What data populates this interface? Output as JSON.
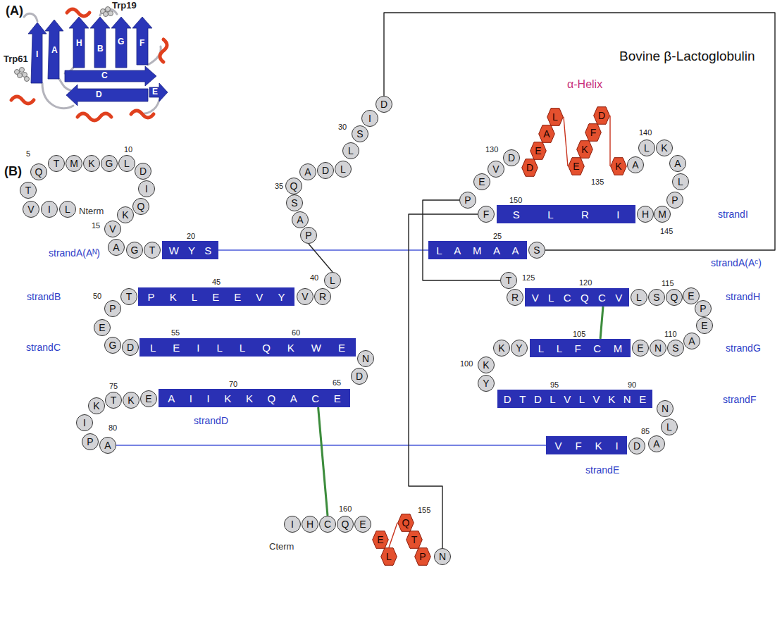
{
  "diagram": {
    "title": "Bovine β-Lactoglobulin",
    "nodes": [
      {
        "text": [
          "L"
        ]
      },
      {
        "text": [
          "I"
        ]
      },
      {
        "text": [
          "V"
        ]
      },
      {
        "text": [
          "T"
        ]
      },
      {
        "text": [
          "Q"
        ]
      },
      {
        "text": [
          "T"
        ]
      },
      {
        "text": [
          "M"
        ]
      },
      {
        "text": [
          "K"
        ]
      },
      {
        "text": [
          "G"
        ]
      },
      {
        "text": [
          "L"
        ]
      },
      {
        "text": [
          "D"
        ]
      },
      {
        "text": [
          "I"
        ]
      },
      {
        "text": [
          "Q"
        ]
      },
      {
        "text": [
          "K"
        ]
      },
      {
        "text": [
          "V"
        ]
      },
      {
        "text": [
          "A"
        ]
      },
      {
        "text": [
          "G"
        ]
      },
      {
        "text": [
          "T"
        ]
      },
      {
        "text": [
          "W",
          "Y",
          "S"
        ]
      },
      {
        "text": [
          "L",
          "A",
          "M",
          "A",
          "A"
        ]
      },
      {
        "text": [
          "S"
        ]
      },
      {
        "text": [
          "D"
        ]
      },
      {
        "text": [
          "I"
        ]
      },
      {
        "text": [
          "S"
        ]
      },
      {
        "text": [
          "L"
        ]
      },
      {
        "text": [
          "L"
        ]
      },
      {
        "text": [
          "D"
        ]
      },
      {
        "text": [
          "A"
        ]
      },
      {
        "text": [
          "Q"
        ]
      },
      {
        "text": [
          "S"
        ]
      },
      {
        "text": [
          "A"
        ]
      },
      {
        "text": [
          "P"
        ]
      },
      {
        "text": [
          "L"
        ]
      },
      {
        "text": [
          "R"
        ]
      },
      {
        "text": [
          "V"
        ]
      },
      {
        "text": [
          "P",
          "K",
          "L",
          "E",
          "E",
          "V",
          "Y"
        ]
      },
      {
        "text": [
          "T"
        ]
      },
      {
        "text": [
          "P"
        ]
      },
      {
        "text": [
          "E"
        ]
      },
      {
        "text": [
          "G"
        ]
      },
      {
        "text": [
          "D"
        ]
      },
      {
        "text": [
          "L",
          "E",
          "I",
          "L",
          "L",
          "Q",
          "K",
          "W",
          "E"
        ]
      },
      {
        "text": [
          "N"
        ]
      },
      {
        "text": [
          "D"
        ]
      },
      {
        "text": [
          "A",
          "I",
          "I",
          "K",
          "K",
          "Q",
          "A",
          "C",
          "E"
        ]
      },
      {
        "text": [
          "E"
        ]
      },
      {
        "text": [
          "K"
        ]
      },
      {
        "text": [
          "T"
        ]
      },
      {
        "text": [
          "K"
        ]
      },
      {
        "text": [
          "I"
        ]
      },
      {
        "text": [
          "P"
        ]
      },
      {
        "text": [
          "A"
        ]
      },
      {
        "text": [
          "V",
          "F",
          "K",
          "I"
        ]
      },
      {
        "text": [
          "D"
        ]
      },
      {
        "text": [
          "A"
        ]
      },
      {
        "text": [
          "L"
        ]
      },
      {
        "text": [
          "N"
        ]
      },
      {
        "text": [
          "D",
          "T",
          "D",
          "L",
          "V",
          "L",
          "V",
          "K",
          "N",
          "E"
        ]
      },
      {
        "text": [
          "Y"
        ]
      },
      {
        "text": [
          "K"
        ]
      },
      {
        "text": [
          "K"
        ]
      },
      {
        "text": [
          "Y"
        ]
      },
      {
        "text": [
          "L",
          "L",
          "F",
          "C",
          "M"
        ]
      },
      {
        "text": [
          "E"
        ]
      },
      {
        "text": [
          "N"
        ]
      },
      {
        "text": [
          "S"
        ]
      },
      {
        "text": [
          "A"
        ]
      },
      {
        "text": [
          "E"
        ]
      },
      {
        "text": [
          "P"
        ]
      },
      {
        "text": [
          "E"
        ]
      },
      {
        "text": [
          "Q"
        ]
      },
      {
        "text": [
          "S"
        ]
      },
      {
        "text": [
          "L"
        ]
      },
      {
        "text": [
          "V",
          "L",
          "C",
          "Q",
          "C",
          "V"
        ]
      },
      {
        "text": [
          "R"
        ]
      },
      {
        "text": [
          "T"
        ]
      },
      {
        "text": [
          "P"
        ]
      },
      {
        "text": [
          "E"
        ]
      },
      {
        "text": [
          "V"
        ]
      },
      {
        "text": [
          "D"
        ]
      },
      {
        "text": [
          "D"
        ]
      },
      {
        "text": [
          "E"
        ]
      },
      {
        "text": [
          "A"
        ]
      },
      {
        "text": [
          "L"
        ]
      },
      {
        "text": [
          "E"
        ]
      },
      {
        "text": [
          "K"
        ]
      },
      {
        "text": [
          "F"
        ]
      },
      {
        "text": [
          "D"
        ]
      },
      {
        "text": [
          "K"
        ]
      },
      {
        "text": [
          "A"
        ]
      },
      {
        "text": [
          "L"
        ]
      },
      {
        "text": [
          "K"
        ]
      },
      {
        "text": [
          "A"
        ]
      },
      {
        "text": [
          "L"
        ]
      },
      {
        "text": [
          "P"
        ]
      },
      {
        "text": [
          "M"
        ]
      },
      {
        "text": [
          "H"
        ]
      },
      {
        "text": [
          "S",
          "L",
          "R",
          "I"
        ]
      },
      {
        "text": [
          "F"
        ]
      },
      {
        "text": [
          "N"
        ]
      },
      {
        "text": [
          "P"
        ]
      },
      {
        "text": [
          "T"
        ]
      },
      {
        "text": [
          "Q"
        ]
      },
      {
        "text": [
          "L"
        ]
      },
      {
        "text": [
          "E"
        ]
      },
      {
        "text": [
          "E"
        ]
      },
      {
        "text": [
          "Q"
        ]
      },
      {
        "text": [
          "C"
        ]
      },
      {
        "text": [
          "H"
        ]
      },
      {
        "text": [
          "I"
        ]
      }
    ],
    "edges": [
      {
        "from": 18,
        "to": 19,
        "arrow": "none"
      },
      {
        "from": 20,
        "to": 21,
        "arrow": "none"
      },
      {
        "from": 31,
        "to": 32,
        "arrow": "none"
      },
      {
        "from": 51,
        "to": 52,
        "arrow": "none"
      },
      {
        "from": 75,
        "to": 76,
        "arrow": "none"
      },
      {
        "from": 98,
        "to": 99,
        "arrow": "none"
      },
      {
        "from": 44,
        "to": 107,
        "arrow": "none"
      },
      {
        "from": 62,
        "to": 73,
        "arrow": "none"
      },
      {
        "from": 83,
        "to": 84,
        "arrow": "none"
      },
      {
        "from": 87,
        "to": 88,
        "arrow": "none"
      },
      {
        "from": 102,
        "to": 103,
        "arrow": "none"
      }
    ],
    "labels": [
      "(A)",
      "(B)",
      "Trp19",
      "Trp61",
      "I",
      "A",
      "H",
      "G",
      "F",
      "B",
      "C",
      "D",
      "E",
      "α-Helix",
      "Nterm",
      "Cterm",
      "strandA(Aᴺ)",
      "strandA(Aᶜ)",
      "strandB",
      "strandC",
      "strandD",
      "strandE",
      "strandF",
      "strandG",
      "strandH",
      "strandI",
      "5",
      "10",
      "15",
      "20",
      "25",
      "30",
      "35",
      "40",
      "45",
      "50",
      "55",
      "60",
      "65",
      "70",
      "75",
      "80",
      "85",
      "90",
      "95",
      "100",
      "105",
      "110",
      "115",
      "120",
      "125",
      "130",
      "135",
      "140",
      "145",
      "150",
      "155",
      "160"
    ]
  }
}
